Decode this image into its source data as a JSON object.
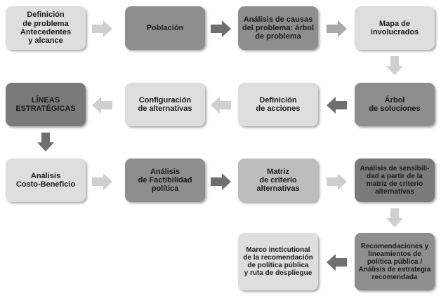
{
  "nodes": [
    {
      "id": "n1",
      "label": "Definición\nde problema\nAntecedentes\ny alcance"
    },
    {
      "id": "n2",
      "label": "Población"
    },
    {
      "id": "n3",
      "label": "Análisis de causas\ndel problema: árbol\nde problema"
    },
    {
      "id": "n4",
      "label": "Mapa de\ninvolucrados"
    },
    {
      "id": "n5",
      "label": "LÍNEAS\nESTRATÉGICAS"
    },
    {
      "id": "n6",
      "label": "Configuración\nde alternativas"
    },
    {
      "id": "n7",
      "label": "Definición\nde acciones"
    },
    {
      "id": "n8",
      "label": "Árbol\nde soluciones"
    },
    {
      "id": "n9",
      "label": "Análisis\nCosto-Beneficio"
    },
    {
      "id": "n10",
      "label": "Análisis\nde Factibilidad\npolítica"
    },
    {
      "id": "n11",
      "label": "Matriz\nde criterio\nalternativas"
    },
    {
      "id": "n12",
      "label": "Análisis de sensibili-\ndad a partir de la\nmatriz de criterio\nalternativas"
    },
    {
      "id": "n13",
      "label": "Recomendaciones y\nlineamientos de\npolítica pública /\nAnálisis de estrategia\nrecomendada"
    },
    {
      "id": "n14",
      "label": "Marco incticutional\nde la recomendación\nde política pública\ny ruta de despliegue"
    }
  ],
  "edges": [
    {
      "from": "n1",
      "to": "n2"
    },
    {
      "from": "n2",
      "to": "n3"
    },
    {
      "from": "n3",
      "to": "n4"
    },
    {
      "from": "n4",
      "to": "n8"
    },
    {
      "from": "n8",
      "to": "n7"
    },
    {
      "from": "n7",
      "to": "n6"
    },
    {
      "from": "n6",
      "to": "n5"
    },
    {
      "from": "n5",
      "to": "n9"
    },
    {
      "from": "n9",
      "to": "n10"
    },
    {
      "from": "n10",
      "to": "n11"
    },
    {
      "from": "n11",
      "to": "n12"
    },
    {
      "from": "n12",
      "to": "n13"
    },
    {
      "from": "n13",
      "to": "n14"
    }
  ],
  "colors": {
    "light": "#dedede",
    "mid": "#bdbdbd",
    "dark": "#8e8e8e",
    "darker": "#7a7a7a",
    "arrow_light": "#cfcfcf",
    "arrow_mid": "#a9a9a9",
    "arrow_dark": "#6f6f6f"
  }
}
